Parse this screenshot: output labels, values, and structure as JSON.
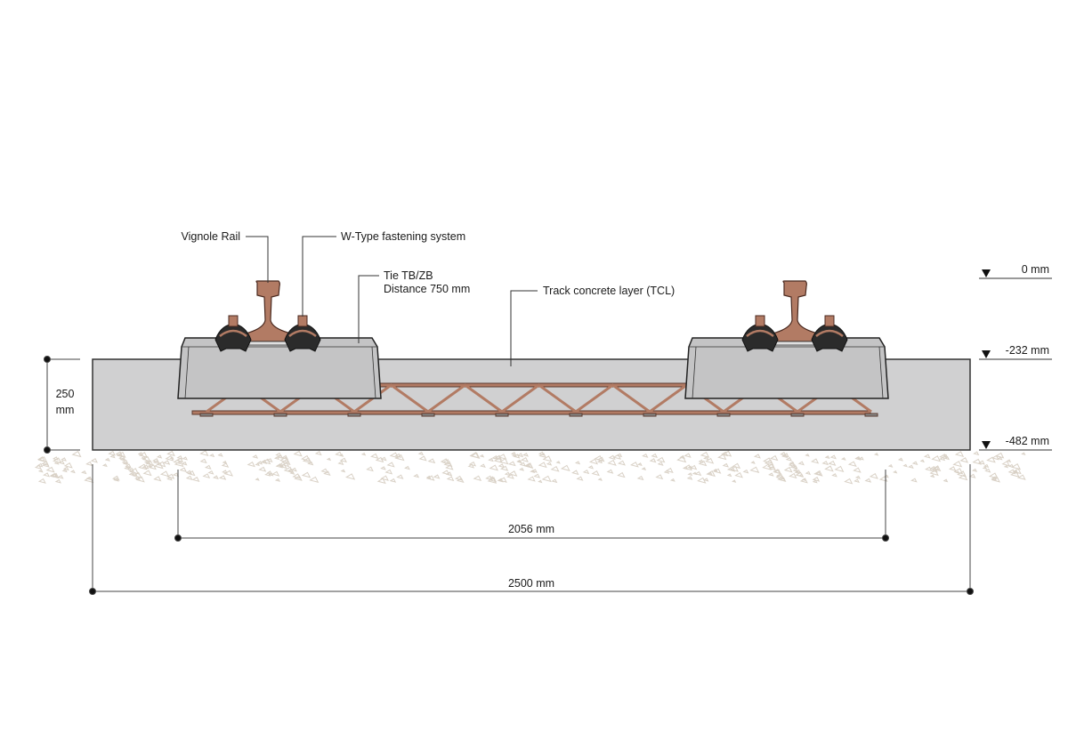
{
  "labels": {
    "rail": "Vignole Rail",
    "fastening": "W-Type fastening system",
    "tie_line1": "Tie TB/ZB",
    "tie_line2": "Distance 750 mm",
    "tcl": "Track concrete layer (TCL)"
  },
  "levels": [
    {
      "label": "0 mm",
      "value_mm": 0
    },
    {
      "label": "-232 mm",
      "value_mm": -232
    },
    {
      "label": "-482 mm",
      "value_mm": -482
    }
  ],
  "dimensions": {
    "slab_thickness_value": "250",
    "slab_thickness_unit": "mm",
    "tie_span": "2056 mm",
    "slab_width": "2500 mm"
  },
  "colors": {
    "concrete": "#d0d0d1",
    "tie": "#c4c4c5",
    "rail": "#b27b64",
    "fastener": "#2b2b2b",
    "gravel": "#d9d1c6"
  }
}
